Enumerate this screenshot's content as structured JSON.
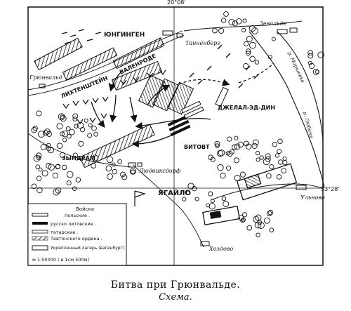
{
  "map": {
    "top_coord": "20°08'",
    "right_coord": "53°28'",
    "places": {
      "grunwald": "Грюнвальд",
      "tannenberg": "Танненберг",
      "zevalde": "Зевальде",
      "ludwigsdorf": "Людвиксдорф",
      "uhlnowo": "Ульново",
      "khozdowo": "Хоздово"
    },
    "commanders": {
      "jungingen": "ЮНГИНГЕН",
      "lichtenstein": "ЛИХТЕНШТЕЙН",
      "valenrode": "ВАЛЕНРОДЕ",
      "jalal": "ДЖЕЛАЛ-ЭД-ДИН",
      "vitovt": "ВИТОВТ",
      "zyndram": "ЗЫНДРАМ",
      "jagailo": "ЯГАЙЛО"
    },
    "rivers": {
      "marshe": "р. Маршевка",
      "lubenya": "р. Любеня"
    }
  },
  "legend": {
    "title": "Войска",
    "items": [
      {
        "label": "польские ."
      },
      {
        "label": "русско литовские ."
      },
      {
        "label": "татарские ."
      },
      {
        "label": "Тевтонского ордена ."
      },
      {
        "label": "Укрепленный лагерь (вагенбург)"
      }
    ],
    "scale": "м 1:50000  ( в 1см 500м)"
  },
  "caption": {
    "title": "Битва при Грюнвальде.",
    "subtitle": "Схема."
  }
}
